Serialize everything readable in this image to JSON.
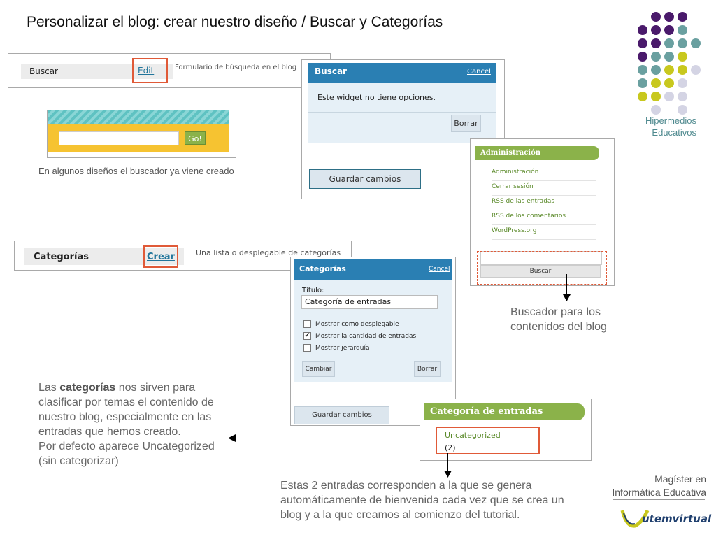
{
  "title": "Personalizar el blog: crear nuestro diseño / Buscar y Categorías",
  "brand": {
    "line1": "Hipermedios",
    "line2": "Educativos"
  },
  "buscar_row": {
    "label": "Buscar",
    "link": "Edit",
    "desc": "Formulario de búsqueda en el blog"
  },
  "buscar_widget": {
    "header": "Buscar",
    "cancel": "Cancel",
    "body": "Este widget no tiene opciones.",
    "delete": "Borrar",
    "save": "Guardar cambios"
  },
  "search_demo": {
    "button": "Go!"
  },
  "caption_search": "En algunos diseños el buscador ya viene creado",
  "admin": {
    "header": "Administración",
    "links": [
      "Administración",
      "Cerrar sesión",
      "RSS de las entradas",
      "RSS de los comentarios",
      "WordPress.org"
    ],
    "search_button": "Buscar"
  },
  "caption_admin": {
    "line1": "Buscador para los",
    "line2": "contenidos del blog"
  },
  "cat_row": {
    "label": "Categorías",
    "link": "Crear",
    "desc": "Una lista o desplegable de categorías"
  },
  "cat_widget": {
    "header": "Categorías",
    "cancel": "Cancel",
    "title_label": "Título:",
    "title_value": "Categoría de entradas",
    "options": [
      {
        "label": "Mostrar como desplegable",
        "checked": false
      },
      {
        "label": "Mostrar la cantidad de entradas",
        "checked": true
      },
      {
        "label": "Mostrar jerarquía",
        "checked": false
      }
    ],
    "change": "Cambiar",
    "delete": "Borrar",
    "save": "Guardar cambios"
  },
  "cat_result": {
    "header": "Categoría de entradas",
    "item": "Uncategorized",
    "count": "(2)"
  },
  "note_categories": {
    "pre": "Las ",
    "bold": "categorías",
    "rest": " nos sirven para clasificar por temas el contenido de nuestro blog, especialmente en las entradas que hemos creado.",
    "line2": "Por defecto aparece Uncategorized (sin categorizar)"
  },
  "note_entries": "Estas 2 entradas corresponden a la que se genera automáticamente de bienvenida cada vez que se crea un blog y a la que creamos al comienzo del tutorial.",
  "footer": {
    "line1": "Magíster en",
    "line2": "Informática Educativa",
    "logo": "utemvirtual"
  },
  "colors": {
    "purple": "#4a1a6b",
    "teal": "#6aa0a0",
    "lime": "#c8c81e",
    "lavender": "#d4d4e4",
    "wp_blue": "#2a7fb3",
    "green": "#8bb24a",
    "red": "#e05a38"
  }
}
